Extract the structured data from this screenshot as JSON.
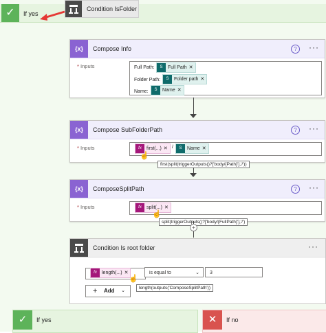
{
  "top_branch": {
    "label": "If yes"
  },
  "condition_chip": {
    "title": "Condition IsFolder"
  },
  "compose_info": {
    "title": "Compose Info",
    "inputs_label": "Inputs",
    "lines": [
      {
        "prefix": "Full Path:",
        "token": "Full Path"
      },
      {
        "prefix": "Folder Path:",
        "token": "Folder path"
      },
      {
        "prefix": "Name:",
        "token": "Name"
      }
    ]
  },
  "compose_subfolder": {
    "title": "Compose SubFolderPath",
    "inputs_label": "Inputs",
    "func_token": "first(...)",
    "separator": "/",
    "token": "Name",
    "tooltip": "first(split(triggerOutputs()?['body/{Path}'],'/'))"
  },
  "compose_split": {
    "title": "ComposeSplitPath",
    "inputs_label": "Inputs",
    "func_token": "split(...)",
    "tooltip": "split(triggerOutputs()?['body/{FullPath}'],'/')"
  },
  "condition_root": {
    "title": "Condition Is root folder",
    "func_token": "length(...)",
    "operator": "is equal to",
    "value": "3",
    "tooltip": "length(outputs('ComposeSplitPath'))",
    "add_label": "Add"
  },
  "bottom_branches": {
    "yes_label": "If yes",
    "no_label": "If no"
  },
  "icons": {
    "check": "check-icon",
    "cross": "close-icon",
    "compose": "compose-icon",
    "condition": "condition-icon",
    "function": "fx-icon",
    "sharepoint": "sharepoint-icon"
  },
  "colors": {
    "green": "#5db35a",
    "red": "#d9534f",
    "purple": "#8a63d2",
    "teal": "#0f6b6b",
    "magenta": "#a4177a",
    "arrow_red": "#e53935"
  }
}
